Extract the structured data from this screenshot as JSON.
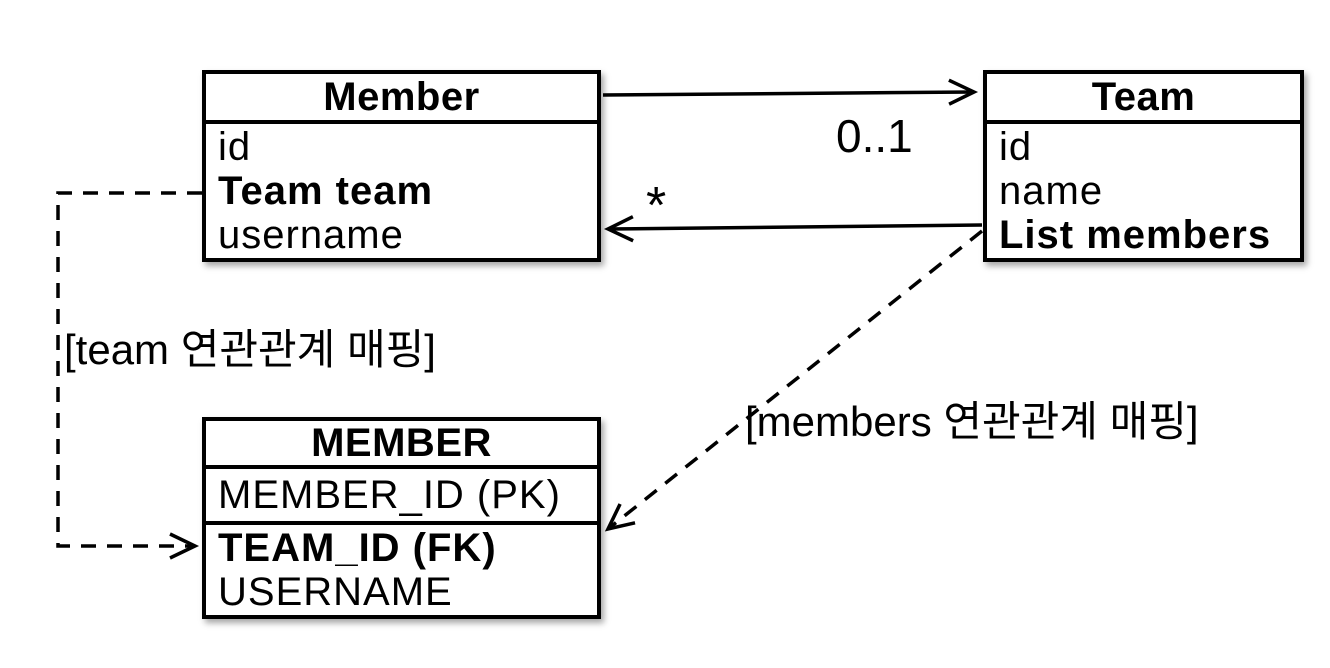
{
  "diagram": {
    "background": "#ffffff",
    "stroke_color": "#000000",
    "boxes": {
      "member_class": {
        "title": "Member",
        "fields": [
          "id",
          "Team team",
          "username"
        ]
      },
      "team_class": {
        "title": "Team",
        "fields": [
          "id",
          "name",
          "List members"
        ]
      },
      "member_table": {
        "title": "MEMBER",
        "pk_field": "MEMBER_ID (PK)",
        "fields": [
          "TEAM_ID (FK)",
          "USERNAME"
        ]
      }
    },
    "labels": {
      "member_to_team_multiplicity": "0..1",
      "team_to_member_multiplicity": "*",
      "team_mapping": "[team 연관관계 매핑]",
      "members_mapping": "[members 연관관계 매핑]"
    }
  }
}
